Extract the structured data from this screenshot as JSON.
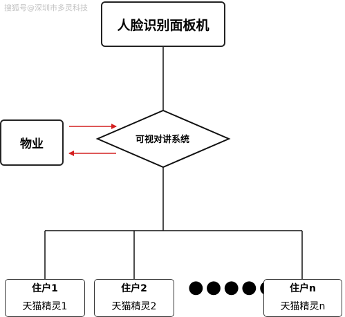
{
  "watermark": "搜狐号@深圳市多灵科技",
  "nodes": {
    "face_panel": "人脸识别面板机",
    "property": "物业",
    "intercom": "可视对讲系统"
  },
  "residents": [
    {
      "label": "住户1",
      "device": "天猫精灵1"
    },
    {
      "label": "住户2",
      "device": "天猫精灵2"
    },
    {
      "label": "住户n",
      "device": "天猫精灵n"
    }
  ],
  "ellipsis": "●●●●●●",
  "colors": {
    "line": "#111111",
    "arrow": "#d42020"
  }
}
